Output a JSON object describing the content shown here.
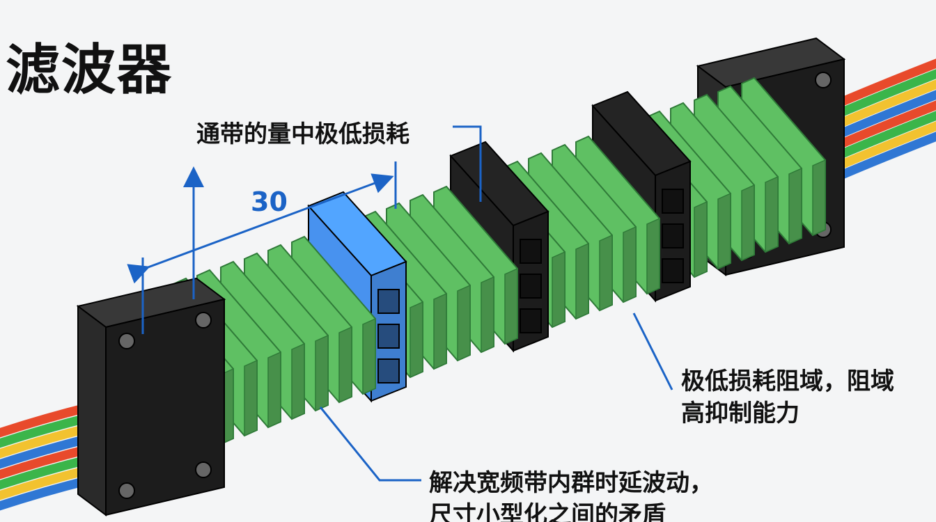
{
  "title": "滤波器",
  "annotations": {
    "passband": "通带的量中极低损耗",
    "stopband_line1": "极低损耗阻域，阻域",
    "stopband_line2": "高抑制能力",
    "delay_line1": "解决宽频带内群时延波动，",
    "delay_line2": "尺寸小型化之间的矛盾"
  },
  "dimension": {
    "label": "30"
  },
  "colors": {
    "fin": "#5fc063",
    "fin_dark": "#2f7a38",
    "housing": "#1c1c1c",
    "blue_block": "#3f7fd0",
    "arrow": "#1b63c6",
    "wires": [
      "#e84a2b",
      "#3bb54a",
      "#f2c230",
      "#2f77d4",
      "#e84a2b",
      "#3bb54a",
      "#f2c230",
      "#2f77d4"
    ]
  }
}
